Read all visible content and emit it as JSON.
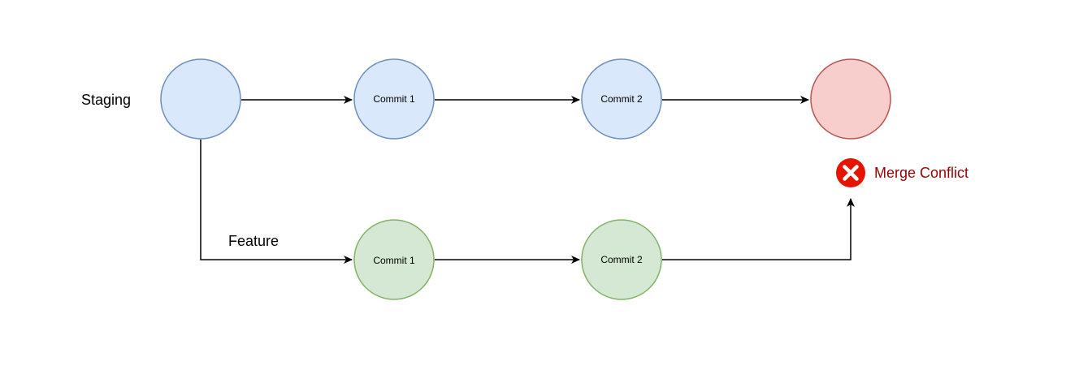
{
  "lanes": {
    "staging": "Staging",
    "feature": "Feature"
  },
  "staging": {
    "commit1": "Commit 1",
    "commit2": "Commit 2"
  },
  "feature": {
    "commit1": "Commit 1",
    "commit2": "Commit 2"
  },
  "conflict": {
    "label": "Merge Conflict",
    "icon": "error-x-icon"
  },
  "colors": {
    "staging_fill": "#dae8fc",
    "staging_stroke": "#6c8ebf",
    "feature_fill": "#d5e8d4",
    "feature_stroke": "#82b366",
    "merge_fill": "#f8cecc",
    "merge_stroke": "#b85450",
    "conflict_text": "#990000",
    "error_red": "#e51400"
  }
}
